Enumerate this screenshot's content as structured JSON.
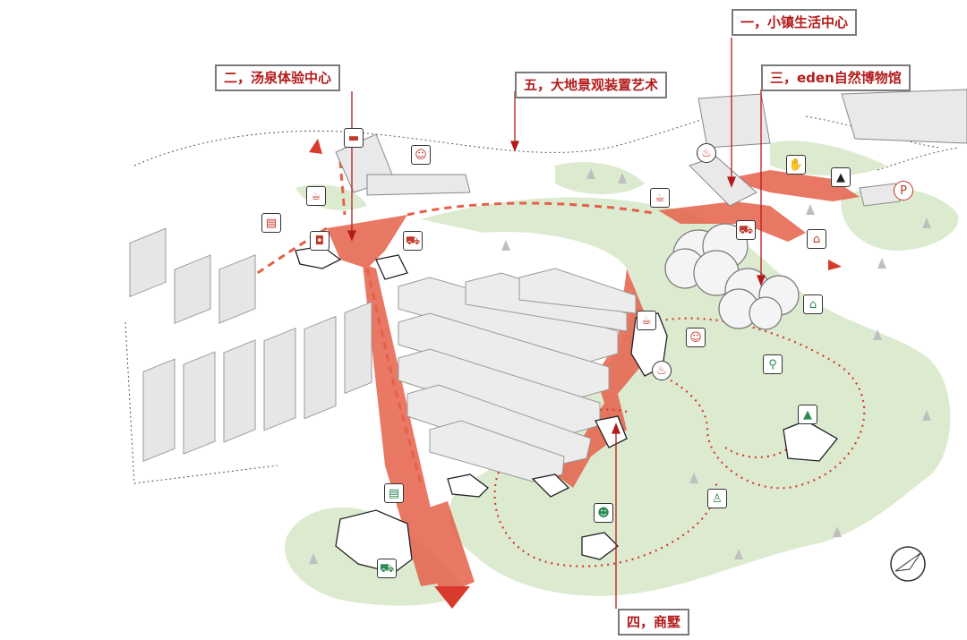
{
  "colors": {
    "accent_red": "#e5604a",
    "label_red": "#b31b1b",
    "park_green": "#dcebd0",
    "building_gray": "#e6e6e6",
    "path_red": "#d83a2e"
  },
  "labels": {
    "town_center": "一，小镇生活中心",
    "hot_spring": "二，汤泉体验中心",
    "museum": "三，eden自然博物馆",
    "villas": "四，商墅",
    "land_art": "五，大地景观装置艺术"
  },
  "icons": [
    "bed-icon",
    "meeting-icon",
    "coffee-icon",
    "book-icon",
    "shopping-bag-icon",
    "cart-icon",
    "dining-icon",
    "coffee-icon",
    "cart-icon",
    "handshake-icon",
    "tent-icon",
    "parking-icon",
    "home-icon",
    "nature-house-icon",
    "coffee-icon",
    "meeting-icon",
    "dining-icon",
    "cycling-icon",
    "camping-icon",
    "hiking-icon",
    "playground-icon",
    "book-icon",
    "cart-icon",
    "compass-icon"
  ]
}
